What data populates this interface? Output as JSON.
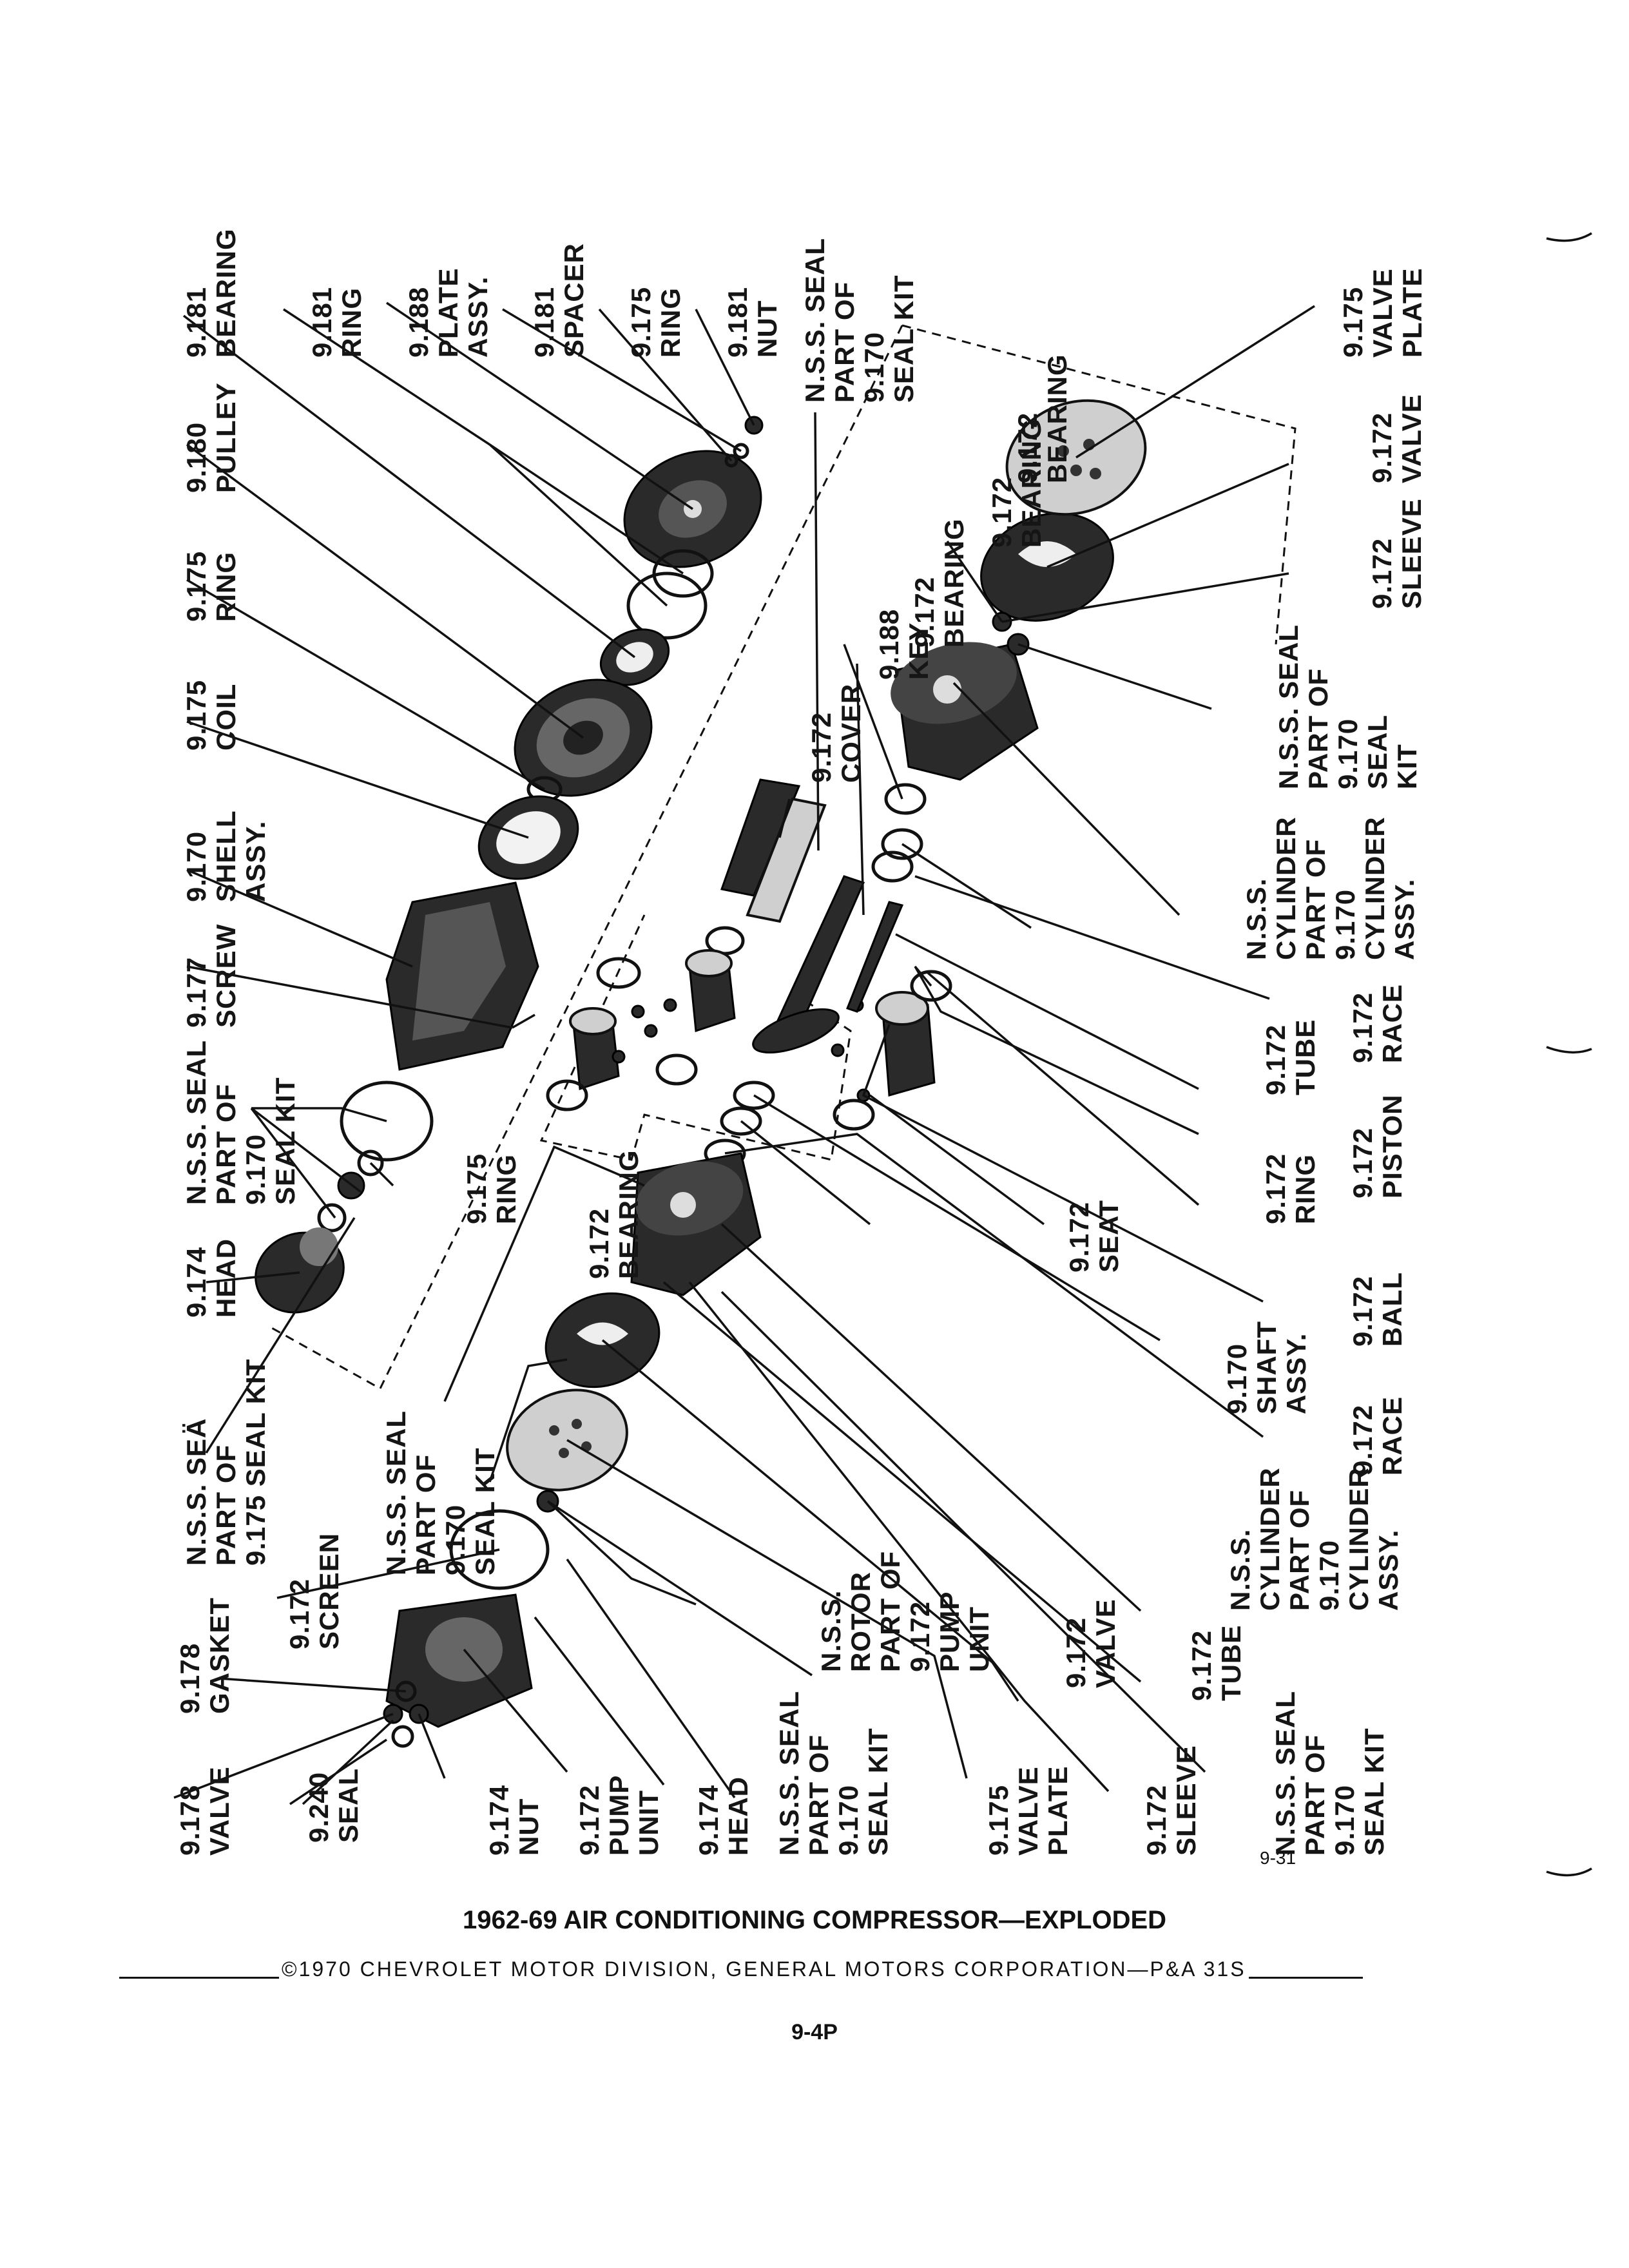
{
  "caption": "1962-69 AIR CONDITIONING COMPRESSOR—EXPLODED",
  "copyright": "©1970 CHEVROLET MOTOR DIVISION, GENERAL MOTORS CORPORATION—P&A 31S",
  "page_number": "9-4P",
  "figure_number": "9-31",
  "labels": [
    {
      "id": "l1",
      "lines": [
        "9.181",
        "BEARING"
      ]
    },
    {
      "id": "l2",
      "lines": [
        "9.181",
        "RING"
      ]
    },
    {
      "id": "l3",
      "lines": [
        "9.188",
        "PLATE",
        "ASSY."
      ]
    },
    {
      "id": "l4",
      "lines": [
        "9.181",
        "SPACER"
      ]
    },
    {
      "id": "l5",
      "lines": [
        "9.175",
        "RING"
      ]
    },
    {
      "id": "l6",
      "lines": [
        "9.181",
        "NUT"
      ]
    },
    {
      "id": "l7",
      "lines": [
        "N.S.S. SEAL",
        "PART OF",
        "9.170",
        "SEAL KIT"
      ]
    },
    {
      "id": "l8",
      "lines": [
        "9.175",
        "VALVE",
        "PLATE"
      ]
    },
    {
      "id": "l9",
      "lines": [
        "9.180",
        "PULLEY"
      ]
    },
    {
      "id": "l10",
      "lines": [
        "9.175",
        "RING"
      ]
    },
    {
      "id": "l11",
      "lines": [
        "9.175",
        "COIL"
      ]
    },
    {
      "id": "l12",
      "lines": [
        "9.170",
        "SHELL",
        "ASSY."
      ]
    },
    {
      "id": "l13",
      "lines": [
        "9.177",
        "SCREW"
      ]
    },
    {
      "id": "l14",
      "lines": [
        "N.S.S. SEAL",
        "PART OF",
        "9.170",
        "SEAL KIT"
      ]
    },
    {
      "id": "l15",
      "lines": [
        "9.174",
        "HEAD"
      ]
    },
    {
      "id": "l16",
      "lines": [
        "N.S.S. SEÄ",
        "PART OF",
        "9.175 SEAL KIT"
      ]
    },
    {
      "id": "l17",
      "lines": [
        "9.175",
        "RING"
      ]
    },
    {
      "id": "l18",
      "lines": [
        "9.172",
        "BEARING"
      ]
    },
    {
      "id": "l19",
      "lines": [
        "9.172",
        "BEARING"
      ]
    },
    {
      "id": "l20",
      "lines": [
        "9.188",
        "KEY"
      ]
    },
    {
      "id": "l21",
      "lines": [
        "9.172",
        "COVER"
      ]
    },
    {
      "id": "l22",
      "lines": [
        "9.172",
        "BEARING"
      ]
    },
    {
      "id": "l23",
      "lines": [
        "9.172",
        "VALVE"
      ]
    },
    {
      "id": "l24",
      "lines": [
        "9.172",
        "SLEEVE"
      ]
    },
    {
      "id": "l25",
      "lines": [
        "N.S.S. SEAL",
        "PART OF",
        "9.170",
        "SEAL",
        "KIT"
      ]
    },
    {
      "id": "l26",
      "lines": [
        "N.S.S.",
        "CYLINDER",
        "PART OF",
        "9.170",
        "CYLINDER",
        "ASSY."
      ]
    },
    {
      "id": "l27",
      "lines": [
        "9.172",
        "RACE"
      ]
    },
    {
      "id": "l28",
      "lines": [
        "9.172",
        "TUBE"
      ]
    },
    {
      "id": "l29",
      "lines": [
        "9.172",
        "PISTON"
      ]
    },
    {
      "id": "l30",
      "lines": [
        "9.172",
        "RING"
      ]
    },
    {
      "id": "l31",
      "lines": [
        "9.172",
        "SEAT"
      ]
    },
    {
      "id": "l32",
      "lines": [
        "9.172",
        "BALL"
      ]
    },
    {
      "id": "l33",
      "lines": [
        "9.170",
        "SHAFT",
        "ASSY."
      ]
    },
    {
      "id": "l34",
      "lines": [
        "9.172",
        "RACE"
      ]
    },
    {
      "id": "l35",
      "lines": [
        "9.172",
        "BEARING"
      ]
    },
    {
      "id": "l36",
      "lines": [
        "N.S.S. SEAL",
        "PART OF",
        "9.170",
        "SEAL KIT"
      ]
    },
    {
      "id": "l37",
      "lines": [
        "9.172",
        "SCREEN"
      ]
    },
    {
      "id": "l38",
      "lines": [
        "9.178",
        "GASKET"
      ]
    },
    {
      "id": "l39",
      "lines": [
        "9.178",
        "VALVE"
      ]
    },
    {
      "id": "l40",
      "lines": [
        "9.240",
        "SEAL"
      ]
    },
    {
      "id": "l41",
      "lines": [
        "9.174",
        "NUT"
      ]
    },
    {
      "id": "l42",
      "lines": [
        "9.172",
        "PUMP",
        "UNIT"
      ]
    },
    {
      "id": "l43",
      "lines": [
        "9.174",
        "HEAD"
      ]
    },
    {
      "id": "l44",
      "lines": [
        "N.S.S. SEAL",
        "PART OF",
        "9.170",
        "SEAL KIT"
      ]
    },
    {
      "id": "l45",
      "lines": [
        "N.S.S.",
        "ROTOR",
        "PART OF",
        "9.172",
        "PUMP",
        "UNIT"
      ]
    },
    {
      "id": "l46",
      "lines": [
        "9.172",
        "VALVE"
      ]
    },
    {
      "id": "l47",
      "lines": [
        "9.175",
        "VALVE",
        "PLATE"
      ]
    },
    {
      "id": "l48",
      "lines": [
        "9.172",
        "TUBE"
      ]
    },
    {
      "id": "l49",
      "lines": [
        "N.S.S.",
        "CYLINDER",
        "PART OF",
        "9.170",
        "CYLINDER",
        "ASSY."
      ]
    },
    {
      "id": "l50",
      "lines": [
        "9.172",
        "SLEEVE"
      ]
    },
    {
      "id": "l51",
      "lines": [
        "N.S.S. SEAL",
        "PART OF",
        "9.170",
        "SEAL KIT"
      ]
    }
  ]
}
